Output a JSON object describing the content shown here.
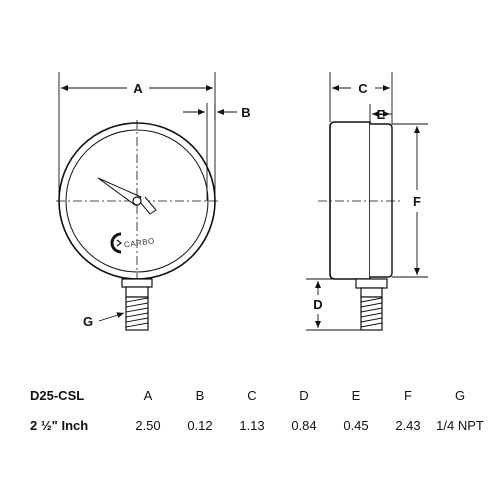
{
  "diagram": {
    "labels": {
      "A": "A",
      "B": "B",
      "C": "C",
      "D": "D",
      "E": "E",
      "F": "F",
      "G": "G"
    },
    "brand_text": "CARBO"
  },
  "table": {
    "header": [
      "D25-CSL",
      "A",
      "B",
      "C",
      "D",
      "E",
      "F",
      "G"
    ],
    "row": [
      "2 ½\" Inch",
      "2.50",
      "0.12",
      "1.13",
      "0.84",
      "0.45",
      "2.43",
      "1/4 NPT"
    ]
  }
}
